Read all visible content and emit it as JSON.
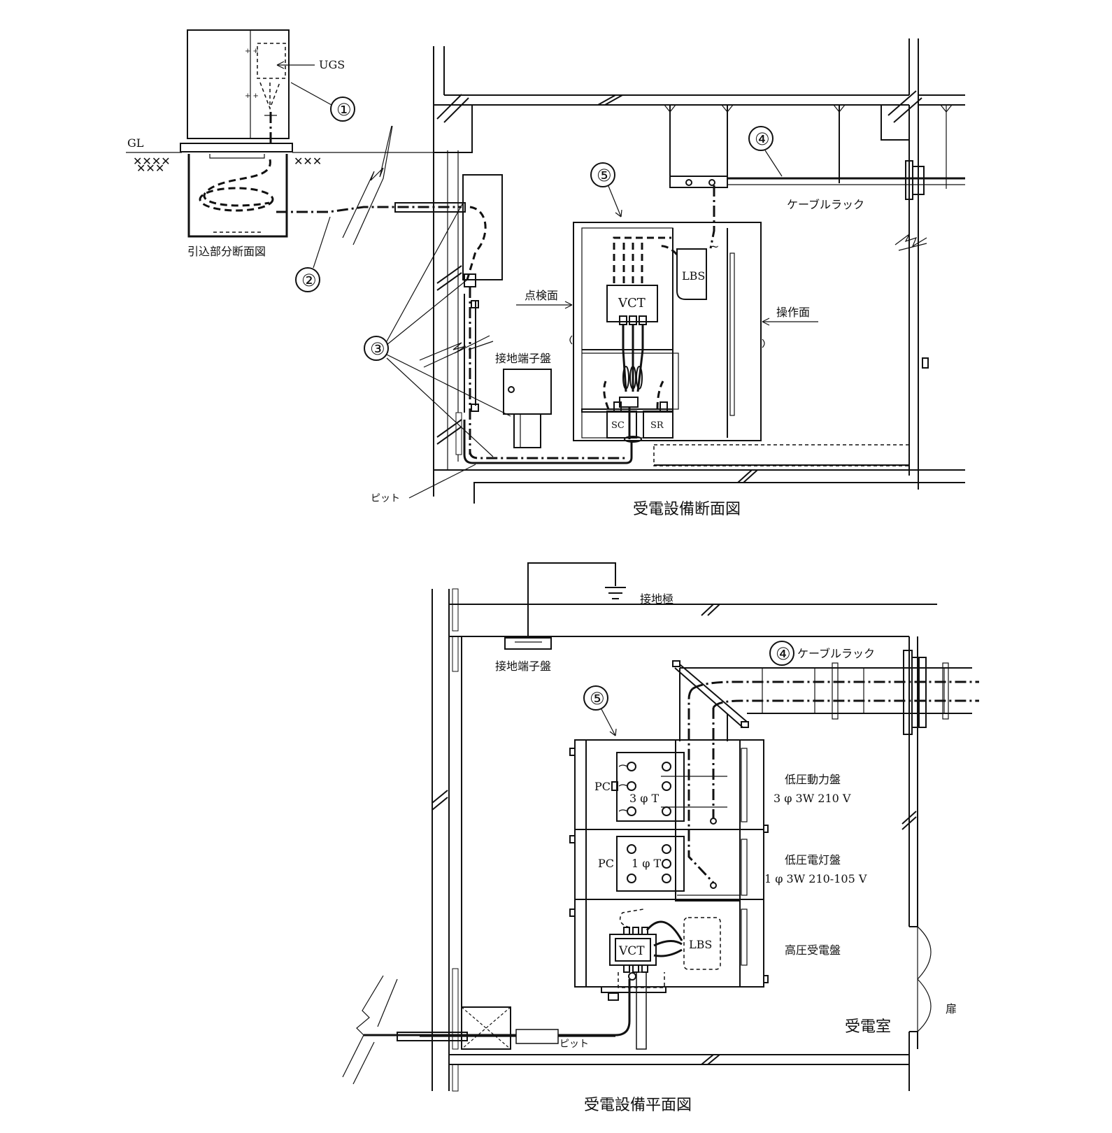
{
  "section_view": {
    "title": "受電設備断面図",
    "labels": {
      "ugs": "UGS",
      "gl": "GL",
      "lead_in_section": "引込部分断面図",
      "cable_rack": "ケーブルラック",
      "inspection_side": "点検面",
      "operation_side": "操作面",
      "earth_terminal_board": "接地端子盤",
      "pit": "ピット",
      "vct": "VCT",
      "lbs": "LBS",
      "sc": "SC",
      "sr": "SR"
    },
    "markers": [
      "①",
      "②",
      "③",
      "④",
      "⑤"
    ]
  },
  "plan_view": {
    "title": "受電設備平面図",
    "labels": {
      "earth_electrode": "接地極",
      "earth_terminal_board": "接地端子盤",
      "cable_rack": "ケーブルラック",
      "pc1": "PC",
      "pc2": "PC",
      "t3": "3 φ T",
      "t1": "1 φ T",
      "vct": "VCT",
      "lbs": "LBS",
      "lv_power_panel": "低圧動力盤",
      "lv_power_spec": "3 φ 3W 210 V",
      "lv_light_panel": "低圧電灯盤",
      "lv_light_spec": "1 φ 3W 210-105 V",
      "hv_receiving_panel": "高圧受電盤",
      "door": "扉",
      "room": "受電室",
      "pit": "ピット"
    },
    "markers": [
      "④",
      "⑤"
    ]
  }
}
